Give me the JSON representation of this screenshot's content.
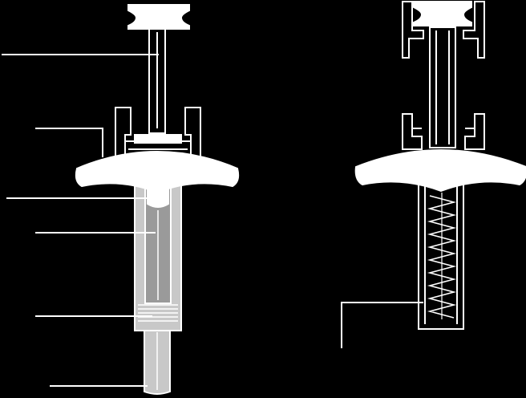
{
  "diagram": {
    "colors": {
      "background": "#000000",
      "line": "#ffffff",
      "part_fill": "#ffffff",
      "barrel_fill": "#c8c8c8",
      "liquid_fill": "#9a9a9a"
    },
    "left_figure": {
      "description_parts": [
        "plunger-rod",
        "finger-flange-holder",
        "finger-flange",
        "plunger-stopper",
        "barrel",
        "needle-hub",
        "needle-shield"
      ],
      "leader_lines": 6
    },
    "right_figure": {
      "description_parts": [
        "plunger-head",
        "plunger-rod",
        "holder",
        "finger-flange",
        "spring"
      ],
      "leader_lines": 1
    }
  }
}
